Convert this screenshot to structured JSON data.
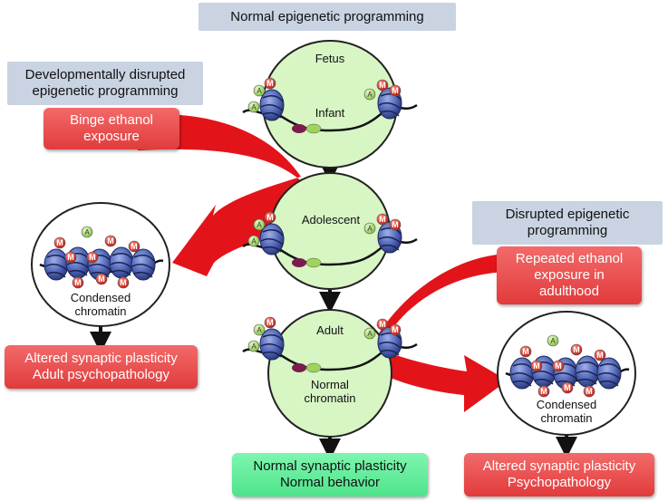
{
  "header": {
    "normal_programming": "Normal epigenetic programming"
  },
  "left_panel": {
    "title": "Developmentally disrupted\nepigenetic programming",
    "exposure": "Binge ethanol\nexposure",
    "chromatin_label": "Condensed\nchromatin",
    "outcome": "Altered synaptic plasticity\nAdult psychopathology"
  },
  "right_panel": {
    "title": "Disrupted epigenetic\nprogramming",
    "exposure": "Repeated ethanol\nexposure in\nadulthood",
    "chromatin_label": "Condensed\nchromatin",
    "outcome": "Altered synaptic plasticity\nPsychopathology"
  },
  "stages": {
    "fetus": "Fetus",
    "infant": "Infant",
    "adolescent": "Adolescent",
    "adult": "Adult",
    "normal_chromatin": "Normal\nchromatin"
  },
  "bottom_outcome": "Normal synaptic plasticity\nNormal behavior",
  "marks": {
    "methyl": "M",
    "acetyl": "A"
  },
  "colors": {
    "gray_box": "#c9d3e2",
    "red_box": "#ec5152",
    "green_box": "#69f0a0",
    "circle_fill": "#d8f5c4",
    "arrow_red": "#e2141a",
    "nucleosome": "#4e63b5",
    "methyl_mark": "#d9342b",
    "acetyl_mark": "#9fd45a"
  }
}
